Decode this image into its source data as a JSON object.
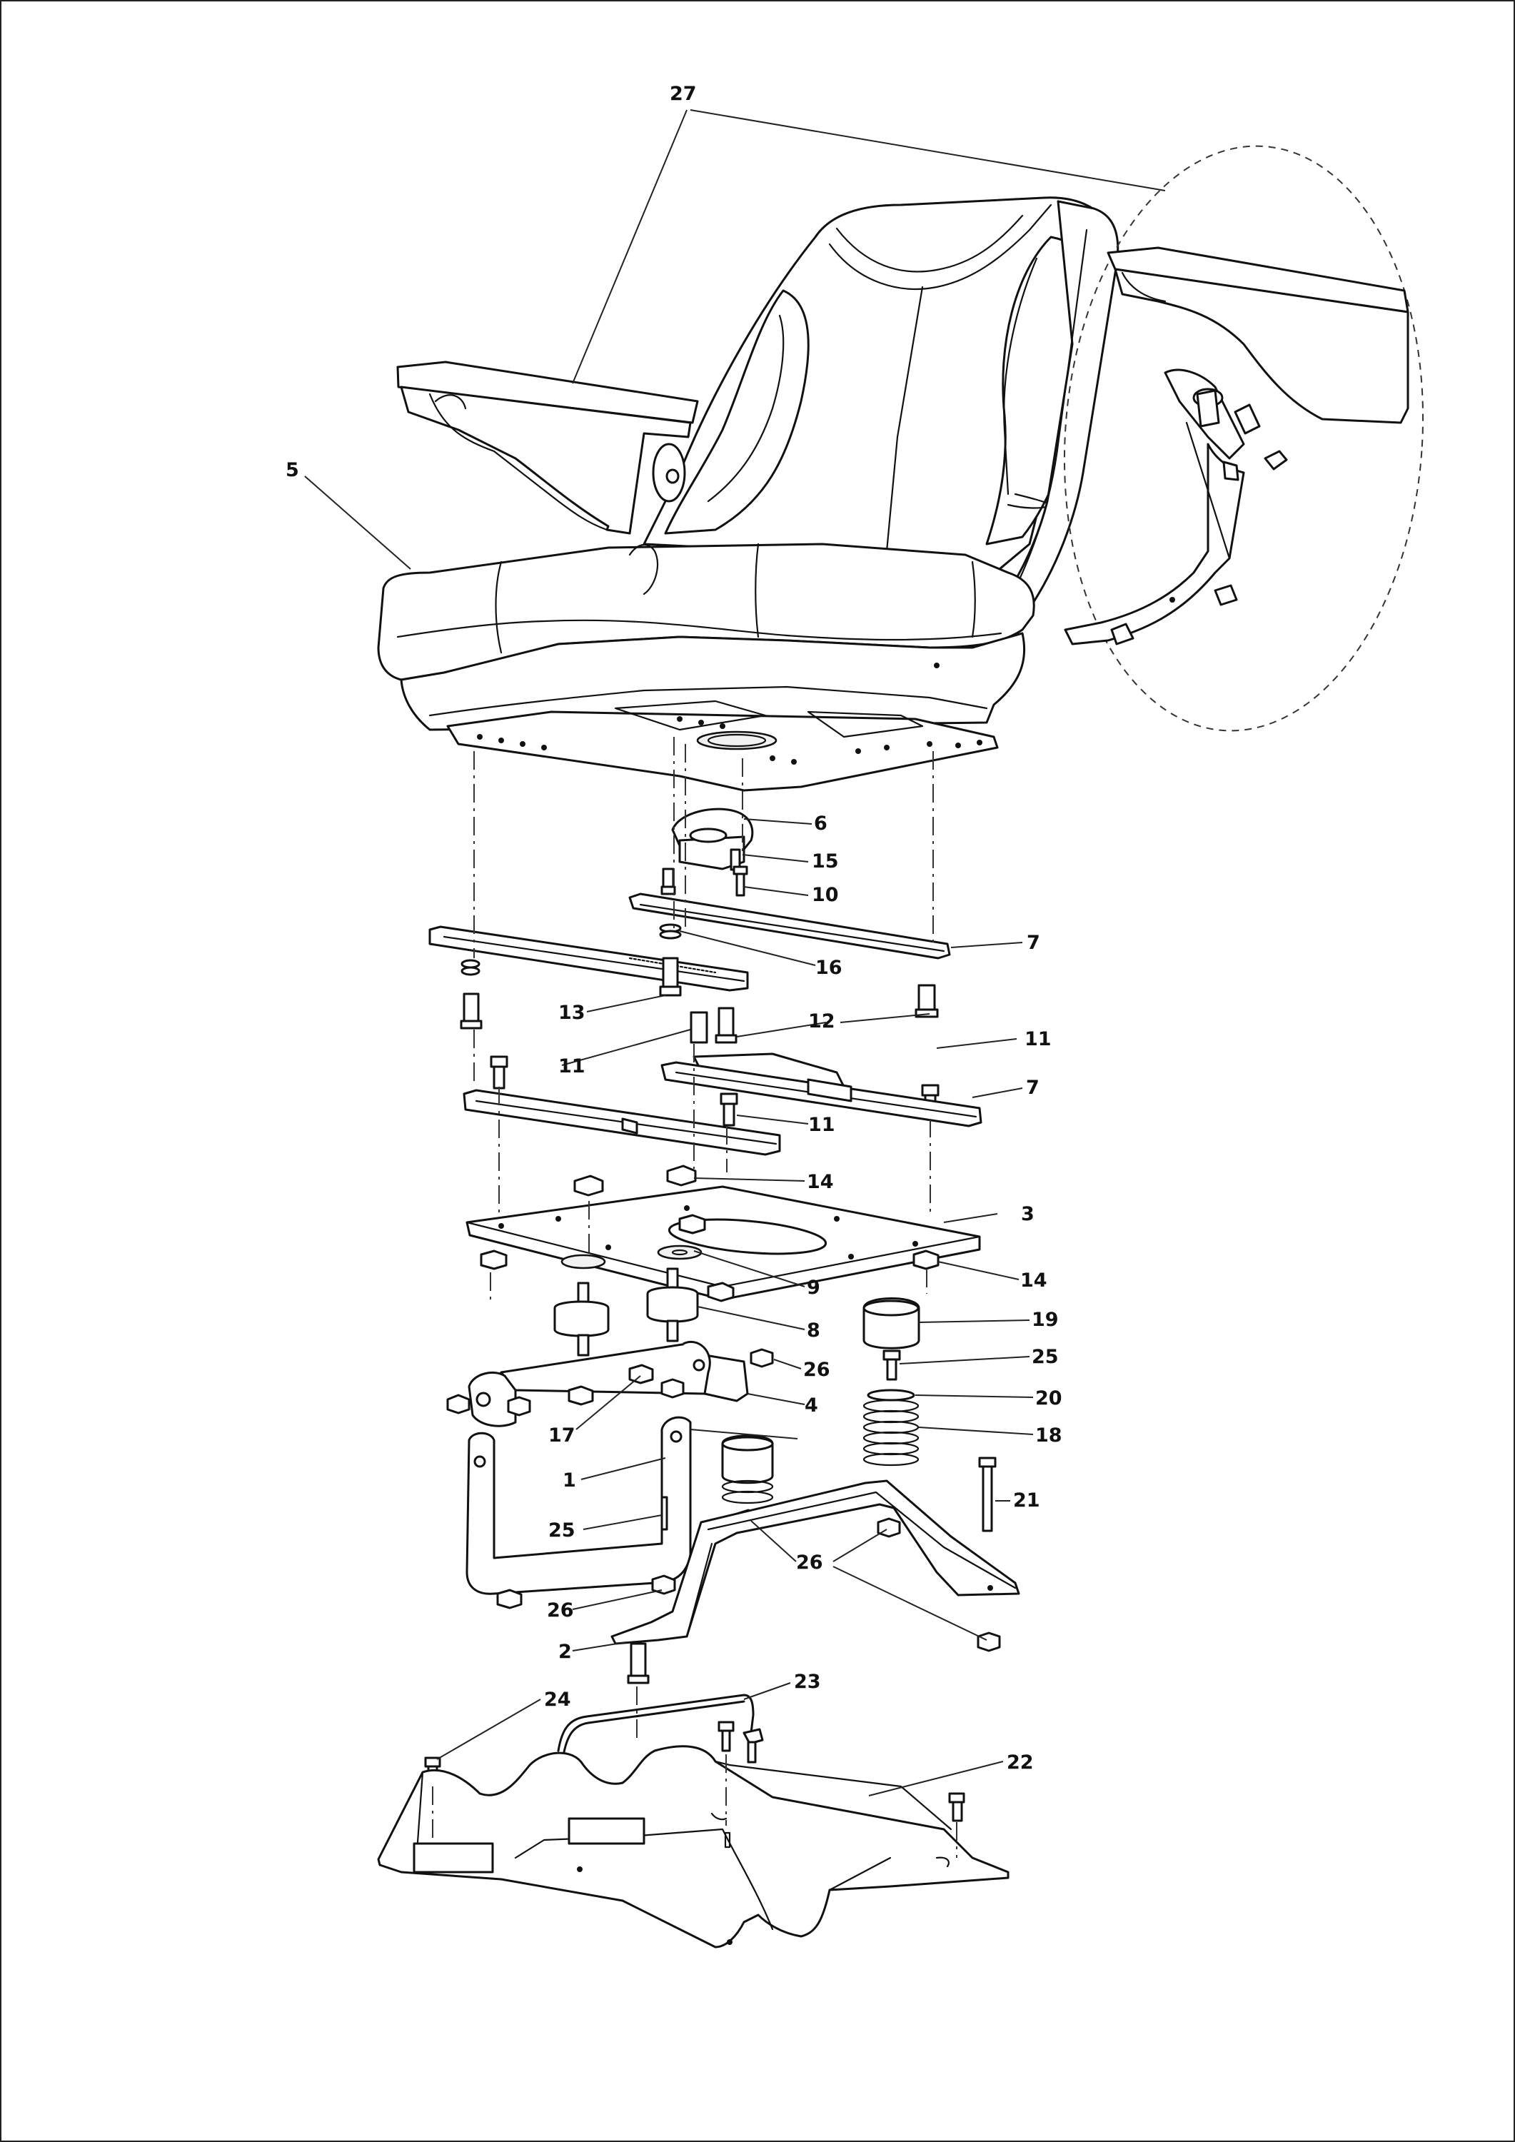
{
  "diagram": {
    "callouts": [
      {
        "id": "c27",
        "label": "27"
      },
      {
        "id": "c5",
        "label": "5"
      },
      {
        "id": "c6",
        "label": "6"
      },
      {
        "id": "c15",
        "label": "15"
      },
      {
        "id": "c10",
        "label": "10"
      },
      {
        "id": "c7a",
        "label": "7"
      },
      {
        "id": "c16",
        "label": "16"
      },
      {
        "id": "c13",
        "label": "13"
      },
      {
        "id": "c12",
        "label": "12"
      },
      {
        "id": "c11a",
        "label": "11"
      },
      {
        "id": "c11b",
        "label": "11"
      },
      {
        "id": "c7b",
        "label": "7"
      },
      {
        "id": "c11c",
        "label": "11"
      },
      {
        "id": "c14a",
        "label": "14"
      },
      {
        "id": "c3",
        "label": "3"
      },
      {
        "id": "c14b",
        "label": "14"
      },
      {
        "id": "c9",
        "label": "9"
      },
      {
        "id": "c19",
        "label": "19"
      },
      {
        "id": "c8",
        "label": "8"
      },
      {
        "id": "c25a",
        "label": "25"
      },
      {
        "id": "c26a",
        "label": "26"
      },
      {
        "id": "c20",
        "label": "20"
      },
      {
        "id": "c4",
        "label": "4"
      },
      {
        "id": "c17",
        "label": "17"
      },
      {
        "id": "c18",
        "label": "18"
      },
      {
        "id": "c1",
        "label": "1"
      },
      {
        "id": "c21",
        "label": "21"
      },
      {
        "id": "c25b",
        "label": "25"
      },
      {
        "id": "c26b",
        "label": "26"
      },
      {
        "id": "c26c",
        "label": "26"
      },
      {
        "id": "c2",
        "label": "2"
      },
      {
        "id": "c23",
        "label": "23"
      },
      {
        "id": "c24",
        "label": "24"
      },
      {
        "id": "c22",
        "label": "22"
      }
    ]
  }
}
